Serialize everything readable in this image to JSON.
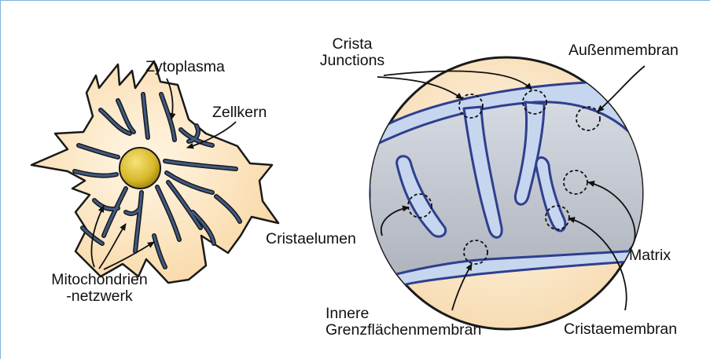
{
  "colors": {
    "cell_fill": "#fce3bd",
    "cell_stroke": "#1a1a1a",
    "nucleus": "#d7b82a",
    "mito_line": "#3f5b86",
    "membrane": "#2f3f8f",
    "intermembrane": "#c6d6ee",
    "matrix": "#c7cbd4",
    "sphere_bg": "#fbead1",
    "frame": "#7fb2d9"
  },
  "labels": {
    "zytoplasma": "Zytoplasma",
    "zellkern": "Zellkern",
    "mito_line1": "Mitochondrien",
    "mito_line2": "-netzwerk",
    "crista_line1": "Crista",
    "crista_line2": "Junctions",
    "aussenmembran": "Außenmembran",
    "cristaelumen": "Cristaelumen",
    "matrix": "Matrix",
    "innere_line1": "Innere",
    "innere_line2": "Grenzflächenmembran",
    "cristaemembran": "Cristaemembran"
  }
}
